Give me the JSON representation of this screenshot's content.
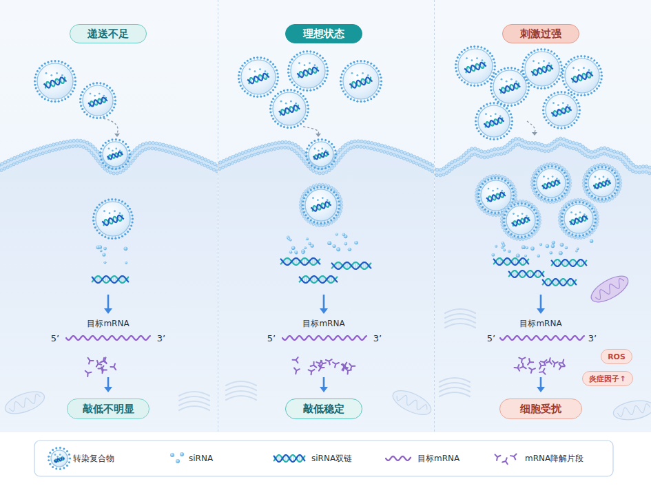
{
  "diagram": {
    "nodes": [
      {
        "text": [
          "递送不足"
        ]
      },
      {
        "text": [
          "理想状态"
        ]
      },
      {
        "text": [
          "刺激过强"
        ]
      },
      {
        "text": [
          "ROS"
        ]
      },
      {
        "text": [
          "炎症因子↑"
        ]
      },
      {
        "text": [
          "敲低不明显"
        ]
      },
      {
        "text": [
          "敲低稳定"
        ]
      },
      {
        "text": [
          "细胞受扰"
        ]
      }
    ],
    "labels": [
      "目标mRNA",
      "5’",
      "3’",
      "目标mRNA",
      "5’",
      "3’",
      "目标mRNA",
      "5’",
      "3’"
    ],
    "legend": [
      {
        "text": "转染复合物"
      },
      {
        "text": "siRNA"
      },
      {
        "text": "siRNA双链"
      },
      {
        "text": "目标mRNA"
      },
      {
        "text": "mRNA降解片段"
      }
    ]
  }
}
